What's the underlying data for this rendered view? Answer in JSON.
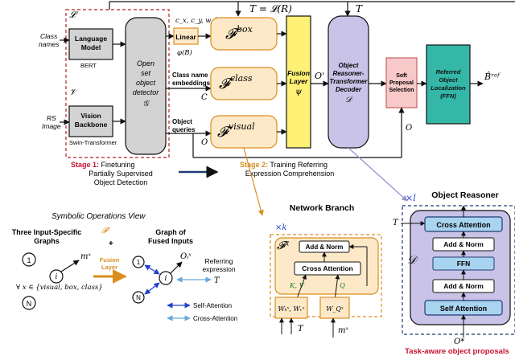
{
  "top": {
    "t_formula": "T = 𝓛(R)",
    "t_label": "T"
  },
  "inputs": {
    "class_names": [
      "Class",
      "names"
    ],
    "rs_image": [
      "RS",
      "Image"
    ],
    "L_symbol": "𝓛",
    "V_symbol": "𝒱"
  },
  "models": {
    "language": {
      "title": [
        "Language",
        "Model"
      ],
      "sub": "BERT"
    },
    "vision": {
      "title": [
        "Vision",
        "Backbone"
      ],
      "sub": "Swin-Transformer"
    }
  },
  "detector": {
    "lines": [
      "Open",
      "set",
      "object",
      "detector"
    ],
    "symbol": "𝒢"
  },
  "linear": {
    "coords": "c_x, c_y, w, h",
    "label": "Linear",
    "phi": "φ(B)"
  },
  "feature_blocks": {
    "box": {
      "symbol": "𝓕",
      "sup": "box"
    },
    "class": {
      "symbol": "𝓕",
      "sup": "class",
      "input_label": [
        "Class name",
        "embeddings"
      ],
      "C": "C"
    },
    "visual": {
      "symbol": "𝓕",
      "sup": "visual",
      "input_label": [
        "Object",
        "queries"
      ],
      "O": "O"
    }
  },
  "fusion": {
    "lines": [
      "Fusion",
      "Layer"
    ],
    "symbol": "ψ",
    "out": "O'"
  },
  "decoder": {
    "lines": [
      "Object",
      "Reasoner-",
      "Transformer",
      "Decoder"
    ],
    "symbol": "𝒟"
  },
  "soft": {
    "lines": [
      "Soft",
      "Proposal",
      "Selection"
    ]
  },
  "ffn": {
    "lines": [
      "Referred",
      "Object",
      "Localization",
      "(FFN)"
    ],
    "out": "B̂ʳᵉᶠ",
    "O": "O"
  },
  "stages": {
    "stage1": {
      "tag": "Stage 1:",
      "text": [
        "Finetuning",
        "Partially Supervised",
        "Object Detection"
      ]
    },
    "stage2": {
      "tag": "Stage 2:",
      "text": [
        "Training Referring",
        "Expression Comprehension"
      ]
    }
  },
  "symbolic": {
    "title": "Symbolic Operations View",
    "three_graphs": [
      "Three Input-Specific",
      "Graphs"
    ],
    "fx": "𝓕ˣ",
    "plus": "+",
    "fusion_layer": [
      "Fusion",
      "Layer"
    ],
    "graph_fused": [
      "Graph of",
      "Fused Inputs"
    ],
    "node_1": "1",
    "node_i": "i",
    "node_N": "N",
    "m_x": "mˣ",
    "forall": "∀ x ∈ {visual, box, class}",
    "o_i": "Oᵢˣ",
    "referring": [
      "Referring",
      "expression"
    ],
    "T": "T",
    "self_attention": "Self-Attention",
    "cross_attention": "Cross-Attention"
  },
  "network_branch": {
    "title": "Network Branch",
    "times_k": "×k",
    "fx": "𝓕ˣ",
    "add_norm": "Add & Norm",
    "cross_attention": "Cross Attention",
    "kv": "K, V",
    "q": "Q",
    "wkv": "Wₖˣ, Wᵥˣ",
    "wq": "W_Qˣ",
    "T": "T",
    "m_x": "mˣ"
  },
  "object_reasoner": {
    "title": "Object Reasoner",
    "times_l": "×l",
    "D": "𝒟",
    "T": "T",
    "cross_attention": "Cross Attention",
    "add_norm_1": "Add & Norm",
    "ffn": "FFN",
    "add_norm_2": "Add & Norm",
    "self_attention": "Self Attention",
    "o_star": "O*",
    "caption": "Task-aware object proposals"
  },
  "colors": {
    "dashed_red": "#b22222",
    "gray_box": "#d3d3d3",
    "light_orange": "#fde9c8",
    "orange_border": "#d98e1f",
    "yellow": "#fff176",
    "purple": "#c9c3e8",
    "pink": "#f7c9c9",
    "teal": "#34b7a7",
    "blue_box": "#a9d4f0",
    "navy": "#1f3b73",
    "red_text": "#c8102e",
    "orange_text": "#d98e1f"
  }
}
